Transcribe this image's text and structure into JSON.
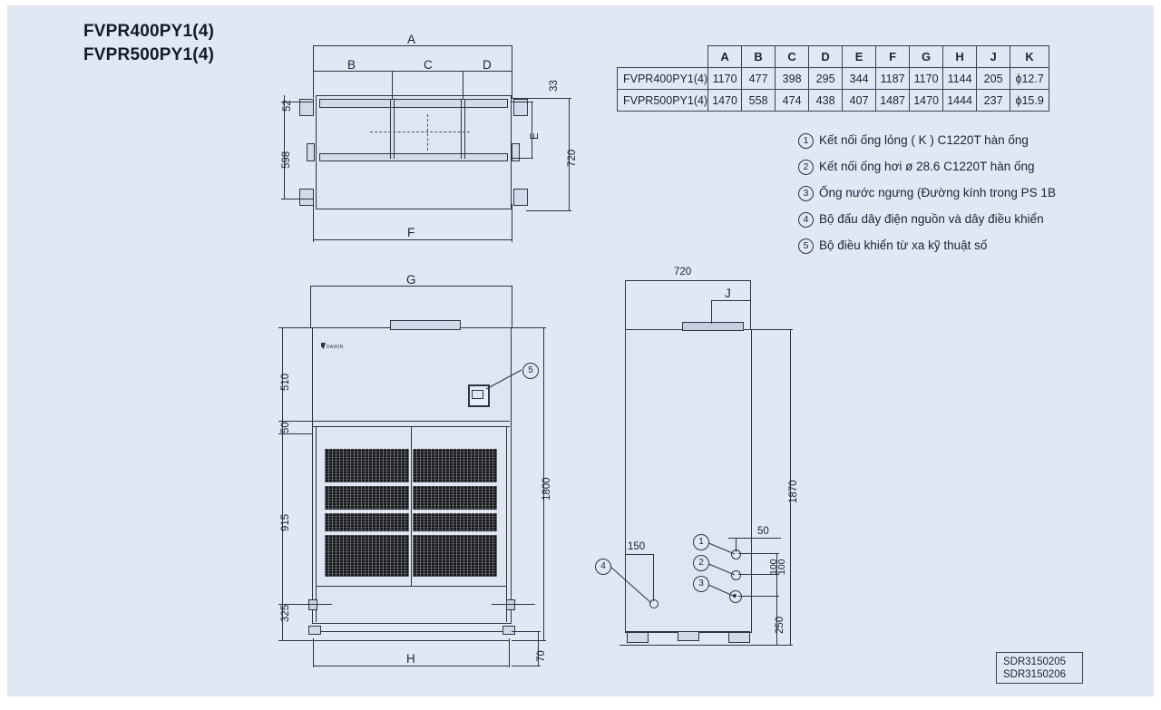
{
  "sheet": {
    "titles": [
      "FVPR400PY1(4)",
      "FVPR500PY1(4)"
    ],
    "drawing_codes": [
      "SDR3150205",
      "SDR3150206"
    ]
  },
  "spec_table": {
    "columns": [
      "A",
      "B",
      "C",
      "D",
      "E",
      "F",
      "G",
      "H",
      "J",
      "K"
    ],
    "rows": [
      {
        "model": "FVPR400PY1(4)",
        "values": [
          "1170",
          "477",
          "398",
          "295",
          "344",
          "1187",
          "1170",
          "1144",
          "205",
          "ϕ12.7"
        ]
      },
      {
        "model": "FVPR500PY1(4)",
        "values": [
          "1470",
          "558",
          "474",
          "438",
          "407",
          "1487",
          "1470",
          "1444",
          "237",
          "ϕ15.9"
        ]
      }
    ]
  },
  "legend": [
    {
      "num": "1",
      "text": "Kết nối ống lỏng ( K ) C1220T hàn ống"
    },
    {
      "num": "2",
      "text": "Kết nối ống hơi ø 28.6 C1220T hàn ống"
    },
    {
      "num": "3",
      "text": "Ống nước ngưng (Đường kính trong PS 1B"
    },
    {
      "num": "4",
      "text": "Bộ đấu dây điện nguồn và dây điều khiển"
    },
    {
      "num": "5",
      "text": "Bộ điều khiển từ xa kỹ thuật số"
    }
  ],
  "top_view": {
    "dim_A": "A",
    "dim_B": "B",
    "dim_C": "C",
    "dim_D": "D",
    "dim_E": "E",
    "dim_F": "F",
    "dim_52": "52",
    "dim_598": "598",
    "dim_720": "720",
    "dim_33": "33"
  },
  "front_view": {
    "dim_G": "G",
    "dim_H": "H",
    "dim_510": "510",
    "dim_50": "50",
    "dim_915": "915",
    "dim_325": "325",
    "dim_1800": "1800",
    "dim_70": "70",
    "callout_5": "5",
    "logo": "DAIKIN"
  },
  "side_view": {
    "dim_720": "720",
    "dim_J": "J",
    "dim_1870": "1870",
    "dim_150": "150",
    "dim_50": "50",
    "dim_100a": "100",
    "dim_100b": "100",
    "dim_250": "250",
    "callout_1": "1",
    "callout_2": "2",
    "callout_3": "3",
    "callout_4": "4"
  }
}
